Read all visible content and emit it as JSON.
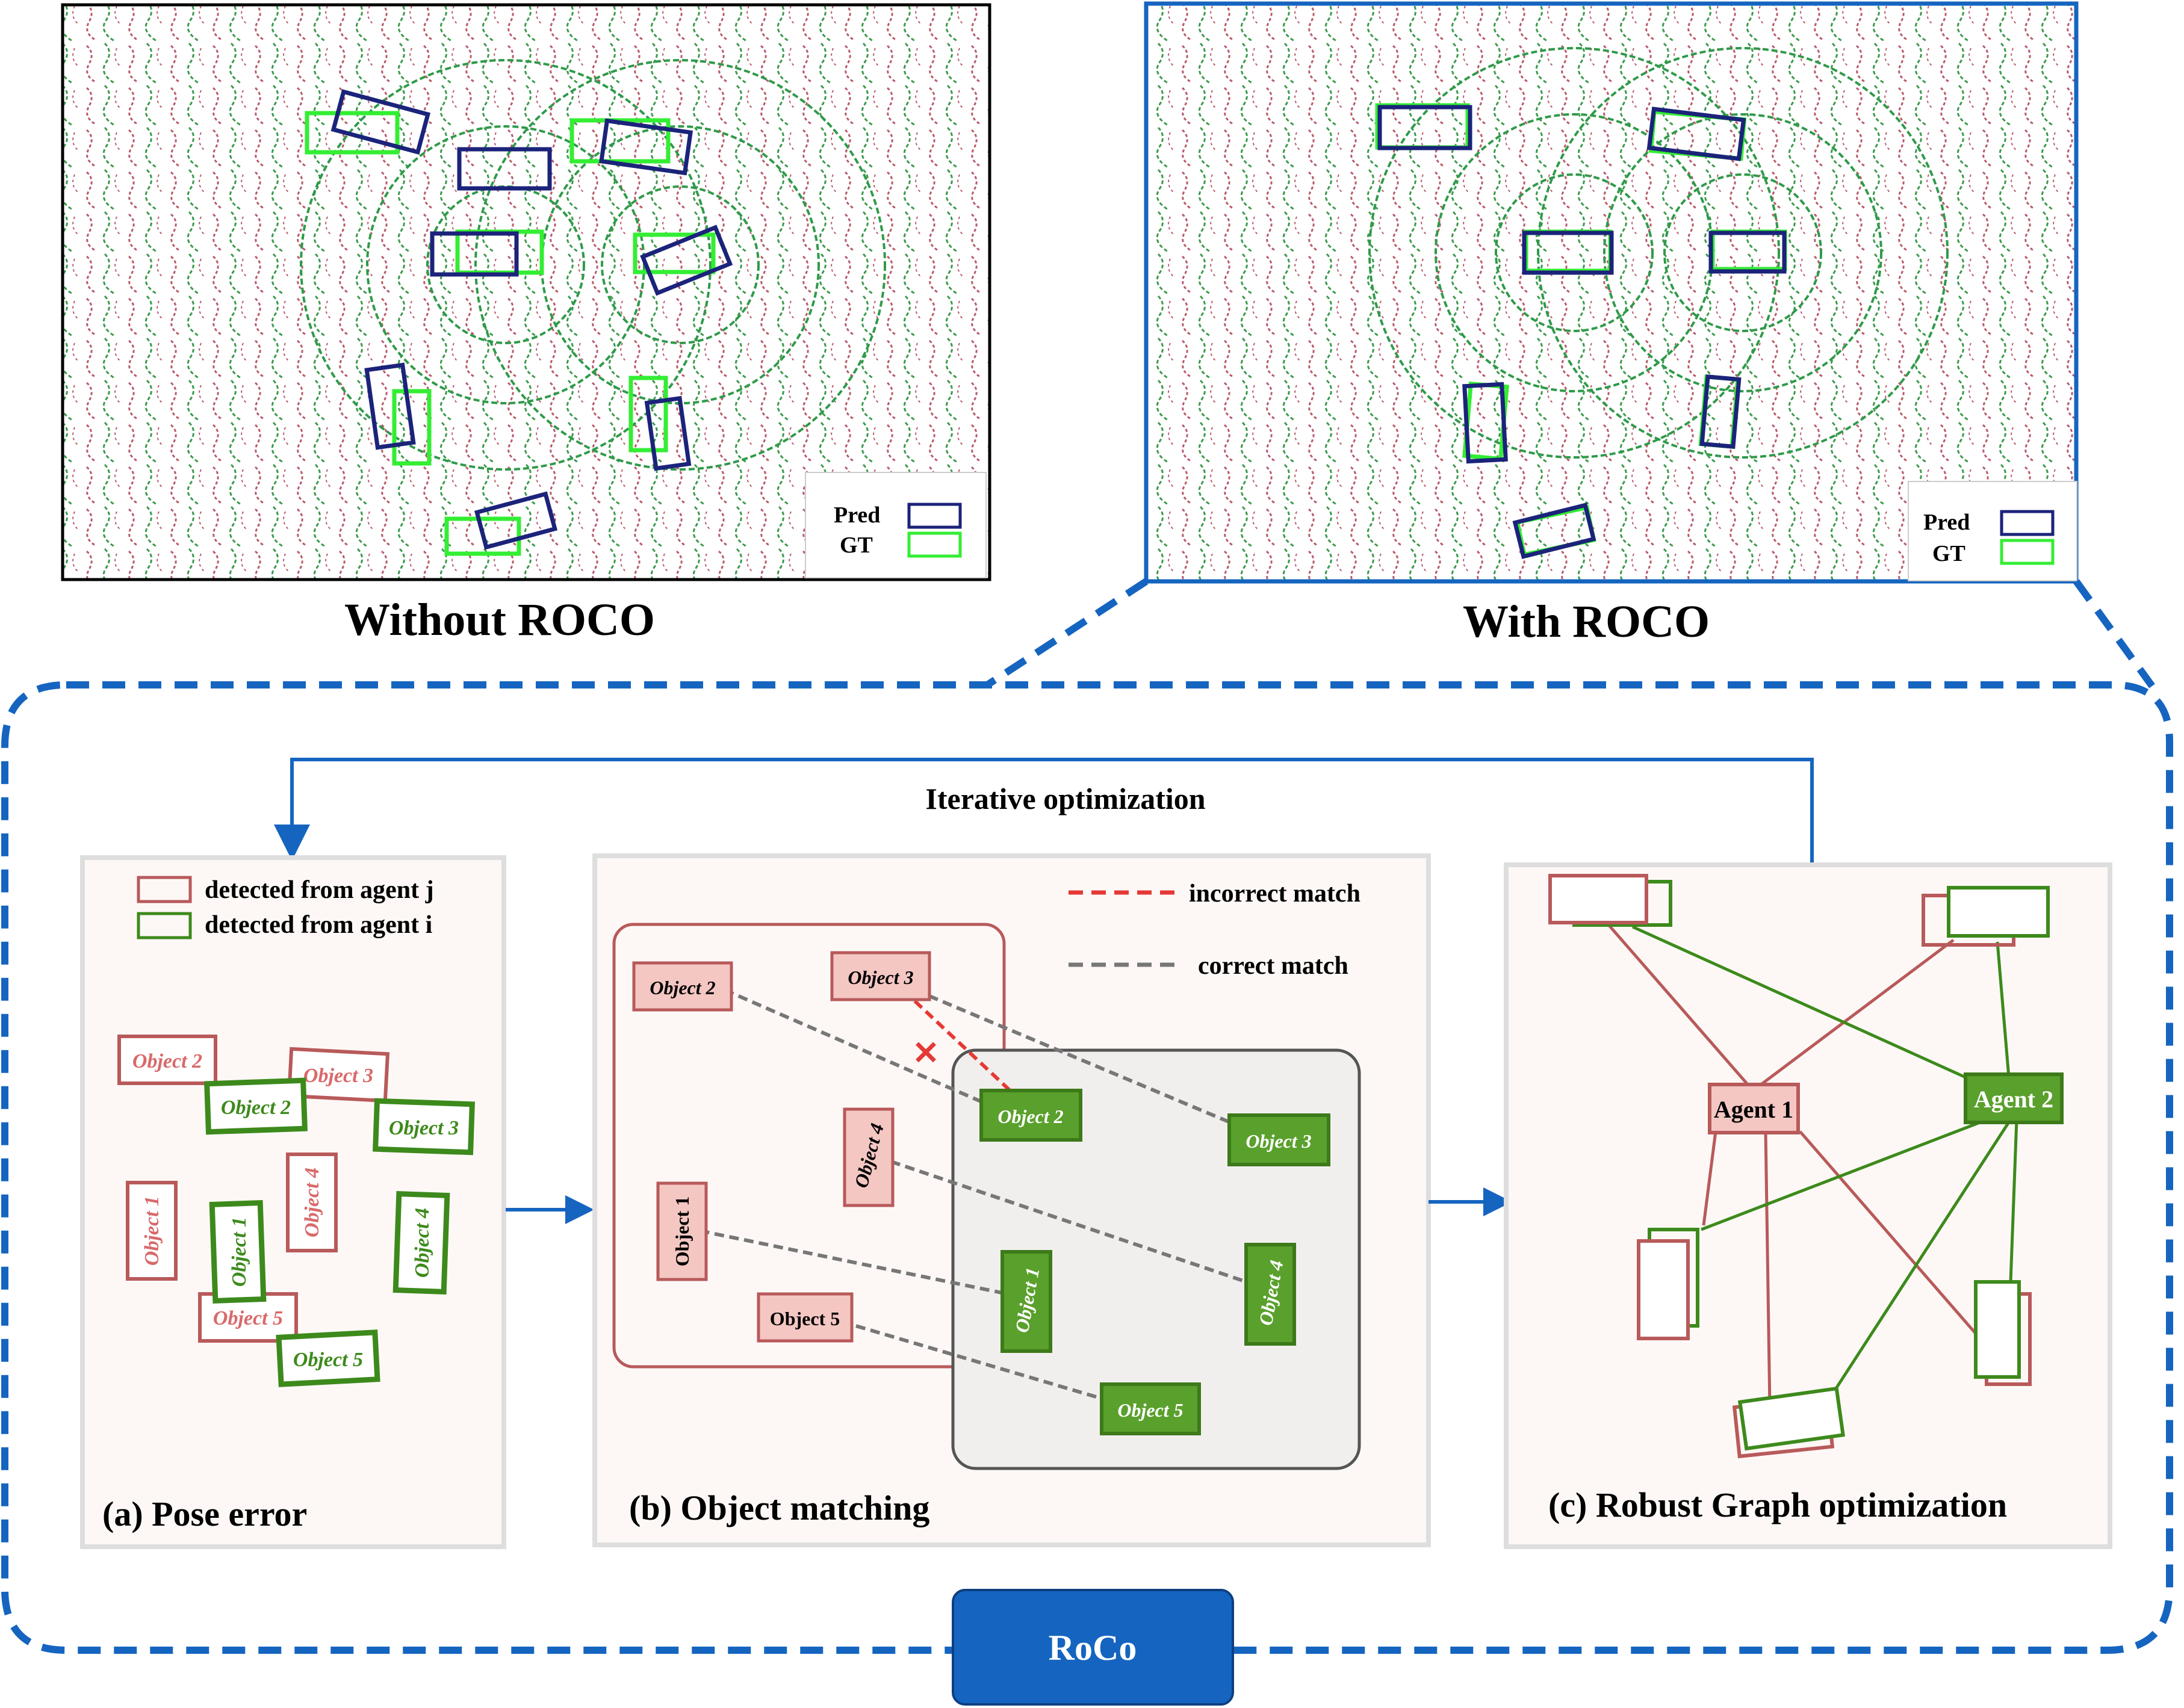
{
  "top_panels": {
    "left": {
      "caption": "Without ROCO",
      "legend": {
        "pred": "Pred",
        "gt": "GT"
      }
    },
    "right": {
      "caption": "With ROCO",
      "legend": {
        "pred": "Pred",
        "gt": "GT"
      }
    }
  },
  "colors": {
    "pred_box": "#1b237a",
    "gt_box": "#33ee33",
    "agent_j": "#b85a5a",
    "agent_j_fill": "#f4c7c3",
    "agent_i": "#3d8a1c",
    "agent_i_fill": "#5aa02c",
    "accent_blue": "#1565c0",
    "incorrect_match": "#e53935",
    "correct_match": "#777777"
  },
  "framework": {
    "loop_label": "Iterative optimization",
    "badge": "RoCo",
    "panel_a": {
      "caption": "(a)  Pose error",
      "legend_agent_j": "detected from agent j",
      "legend_agent_i": "detected from agent i",
      "objects_j": [
        "Object 2",
        "Object 3",
        "Object 1",
        "Object 4",
        "Object 5"
      ],
      "objects_i": [
        "Object 2",
        "Object 3",
        "Object 1",
        "Object 4",
        "Object 5"
      ]
    },
    "panel_b": {
      "caption": "(b)  Object matching",
      "legend_incorrect": "incorrect match",
      "legend_correct": "correct match",
      "cross_icon": "x-mark-icon",
      "objects_j": [
        "Object 2",
        "Object 3",
        "Object 4",
        "Object 1",
        "Object 5"
      ],
      "objects_i": [
        "Object 2",
        "Object 3",
        "Object 1",
        "Object 4",
        "Object 5"
      ]
    },
    "panel_c": {
      "caption": "(c)  Robust Graph optimization",
      "agent_1": "Agent 1",
      "agent_2": "Agent 2"
    }
  }
}
